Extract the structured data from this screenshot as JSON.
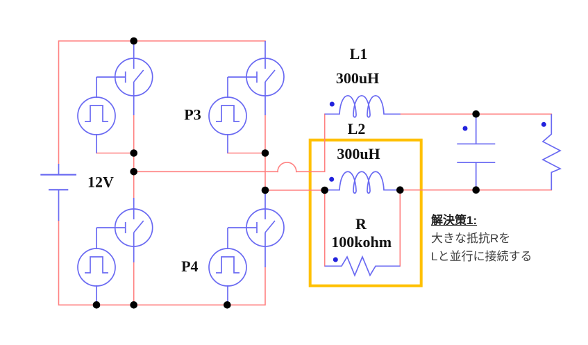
{
  "colors": {
    "wire_red": "#ff8080",
    "wire_blue": "#6a6af2",
    "marker_blue": "#2222dd",
    "junction_black": "#000000",
    "highlight_orange": "#ffc000"
  },
  "labels": {
    "source_voltage": "12V",
    "pulse_p3": "P3",
    "pulse_p4": "P4",
    "l1_name": "L1",
    "l1_value": "300uH",
    "l2_name": "L2",
    "l2_value": "300uH",
    "r_name": "R",
    "r_value": "100kohm"
  },
  "annotation": {
    "title": "解決策1:",
    "line1": "大きな抵抗Rを",
    "line2": "Lと並行に接続する"
  }
}
